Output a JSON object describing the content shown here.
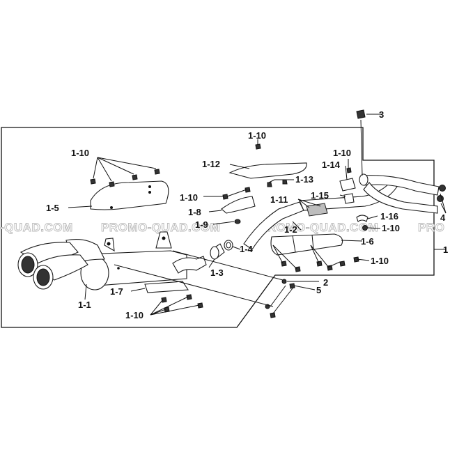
{
  "watermark": {
    "left": "-QUAD.COM",
    "center": "PROMO-QUAD.COM",
    "right": "PROMO-QUAD.COM",
    "edge": "PRO"
  },
  "labels": {
    "l_1": "1",
    "l_1_1": "1-1",
    "l_1_2": "1-2",
    "l_1_3": "1-3",
    "l_1_4": "1-4",
    "l_1_5": "1-5",
    "l_1_6": "1-6",
    "l_1_7": "1-7",
    "l_1_8": "1-8",
    "l_1_9": "1-9",
    "l_1_10_a": "1-10",
    "l_1_10_b": "1-10",
    "l_1_10_c": "1-10",
    "l_1_10_d": "1-10",
    "l_1_10_e": "1-10",
    "l_1_10_f": "1-10",
    "l_1_10_g": "1-10",
    "l_1_11": "1-11",
    "l_1_12": "1-12",
    "l_1_13": "1-13",
    "l_1_14": "1-14",
    "l_1_15": "1-15",
    "l_1_16": "1-16",
    "l_2": "2",
    "l_3": "3",
    "l_4": "4",
    "l_5": "5"
  }
}
